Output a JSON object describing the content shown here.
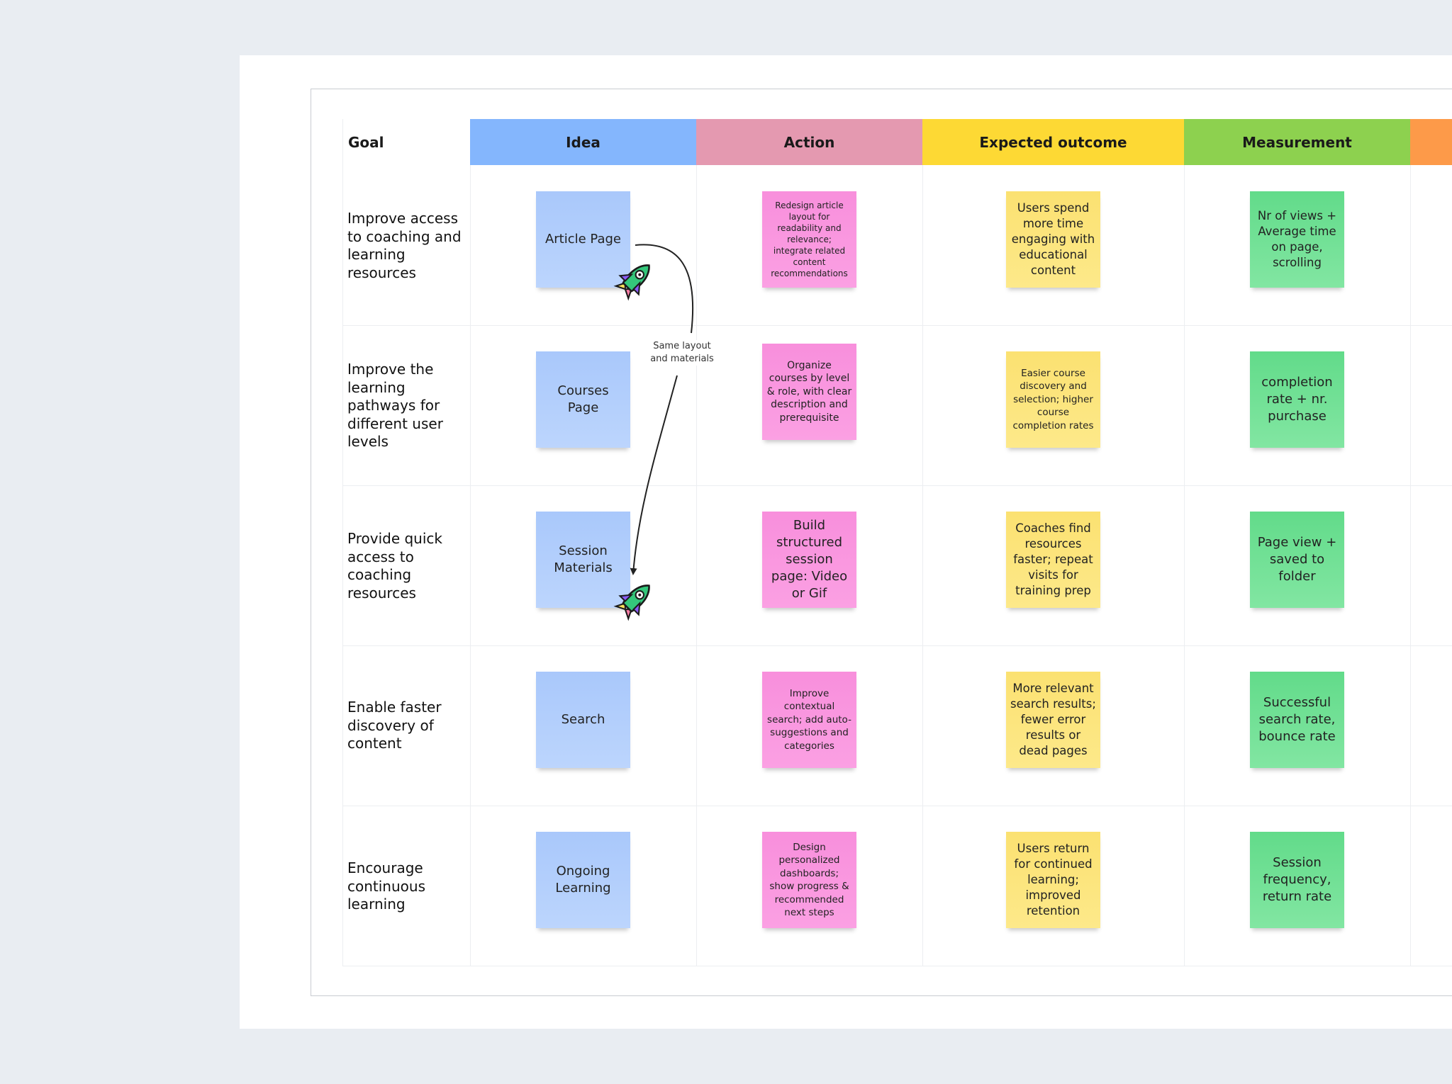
{
  "board": {
    "colors": {
      "background": "#e9edf2",
      "idea": "#84b6fd",
      "action": "#e499b0",
      "expected_outcome": "#fdd934",
      "measurement": "#8dd14f",
      "extra": "#fd9a49"
    },
    "headers": {
      "goal": "Goal",
      "idea": "Idea",
      "action": "Action",
      "expected_outcome": "Expected outcome",
      "measurement": "Measurement"
    },
    "connector_label": "Same layout and materials",
    "rows": [
      {
        "goal": "Improve access to coaching and learning resources",
        "idea": "Article Page",
        "action": "Redesign article layout for readability and relevance; integrate related content recommendations",
        "expected_outcome": "Users spend more time engaging with educational content",
        "measurement": "Nr of views + Average time on page, scrolling"
      },
      {
        "goal": "Improve the learning pathways for different user levels",
        "idea": "Courses Page",
        "action": "Organize courses by level & role, with clear description and prerequisite",
        "expected_outcome": "Easier course discovery and selection; higher course completion rates",
        "measurement": "completion rate + nr. purchase"
      },
      {
        "goal": "Provide quick access to coaching resources",
        "idea": "Session Materials",
        "action": "Build structured session page: Video or Gif",
        "expected_outcome": "Coaches find resources faster; repeat visits for training prep",
        "measurement": "Page view + saved to folder"
      },
      {
        "goal": "Enable faster discovery of content",
        "idea": "Search",
        "action": "Improve contextual search; add auto-suggestions and categories",
        "expected_outcome": "More relevant search results; fewer error results or dead pages",
        "measurement": "Successful search rate, bounce rate"
      },
      {
        "goal": "Encourage continuous learning",
        "idea": "Ongoing Learning",
        "action": "Design personalized dashboards; show progress & recommended next steps",
        "expected_outcome": "Users return for continued learning; improved retention",
        "measurement": "Session frequency, return rate"
      }
    ]
  }
}
